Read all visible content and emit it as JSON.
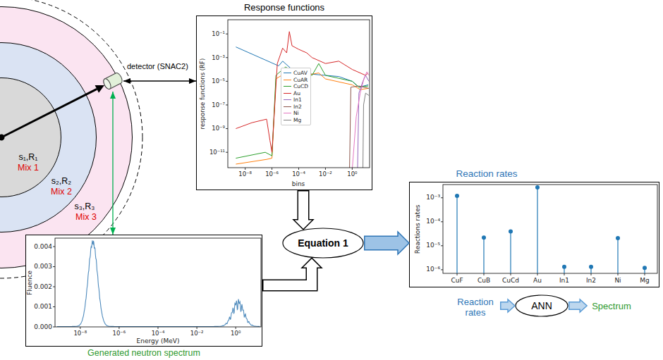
{
  "diagram": {
    "nodes": [
      {
        "text": [
          "s₃,R₃",
          "Mix 3"
        ]
      },
      {
        "text": [
          "s₂,R₂",
          "Mix 2"
        ],
        "in": 0
      },
      {
        "text": [
          "s₁,R₁",
          "Mix 1"
        ],
        "in": 1
      },
      {
        "text": [
          "detector (SNAC2)"
        ]
      },
      {
        "text": [
          "Response functions"
        ]
      },
      {
        "text": [
          "Generated neutron spectrum"
        ]
      },
      {
        "text": [
          "Equation 1"
        ]
      },
      {
        "text": [
          "Reaction rates"
        ]
      },
      {
        "text": [
          "Reaction rates"
        ]
      },
      {
        "text": [
          "ANN"
        ]
      },
      {
        "text": [
          "Spectrum"
        ]
      }
    ],
    "edges": [
      {
        "from": 3,
        "to": 4,
        "arrow": "both"
      },
      {
        "from": 3,
        "to": 5,
        "arrow": "both"
      },
      {
        "from": 4,
        "to": 6,
        "arrow": "to"
      },
      {
        "from": 5,
        "to": 6,
        "arrow": "to"
      },
      {
        "from": 6,
        "to": 7,
        "arrow": "to"
      },
      {
        "from": 8,
        "to": 9,
        "arrow": "to"
      },
      {
        "from": 9,
        "to": 10,
        "arrow": "to"
      }
    ],
    "labels": [
      "10⁻¹",
      "10⁻³",
      "10⁻⁵",
      "10⁻⁷",
      "10⁻⁹",
      "10⁻¹¹",
      "response functions (RF)",
      "10⁻⁸",
      "10⁻⁶",
      "10⁻⁴",
      "10⁻²",
      "10⁰",
      "bins",
      "0.004",
      "0.003",
      "0.002",
      "0.001",
      "0.000",
      "Fluence",
      "10⁻⁸",
      "10⁻⁶",
      "10⁻⁴",
      "10⁻²",
      "10⁰",
      "Energy (MeV)",
      "10⁻³",
      "10⁻⁴",
      "10⁻⁵",
      "10⁻⁶",
      "Reactions rates",
      "CuF",
      "CuB",
      "CuCd",
      "Au",
      "In1",
      "In2",
      "Ni",
      "Mg"
    ],
    "legend": [
      {
        "text": "CuAV"
      },
      {
        "text": "CuAR"
      },
      {
        "text": "CuCD"
      },
      {
        "text": "Au"
      },
      {
        "text": "In1"
      },
      {
        "text": "In2"
      },
      {
        "text": "Ni"
      },
      {
        "text": "Mg"
      }
    ]
  }
}
